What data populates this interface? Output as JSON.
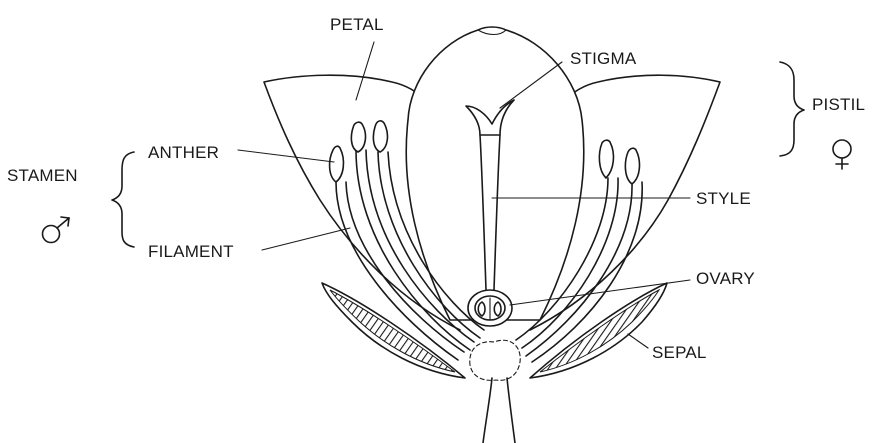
{
  "labels": {
    "petal": "PETAL",
    "stigma": "STIGMA",
    "pistil": "PISTIL",
    "stamen": "STAMEN",
    "anther": "ANTHER",
    "filament": "FILAMENT",
    "style": "STYLE",
    "ovary": "OVARY",
    "sepal": "SEPAL"
  },
  "symbols": {
    "male": "male-symbol-icon",
    "female": "female-symbol-icon"
  },
  "colors": {
    "ink": "#1a1a1a",
    "background": "#ffffff"
  }
}
